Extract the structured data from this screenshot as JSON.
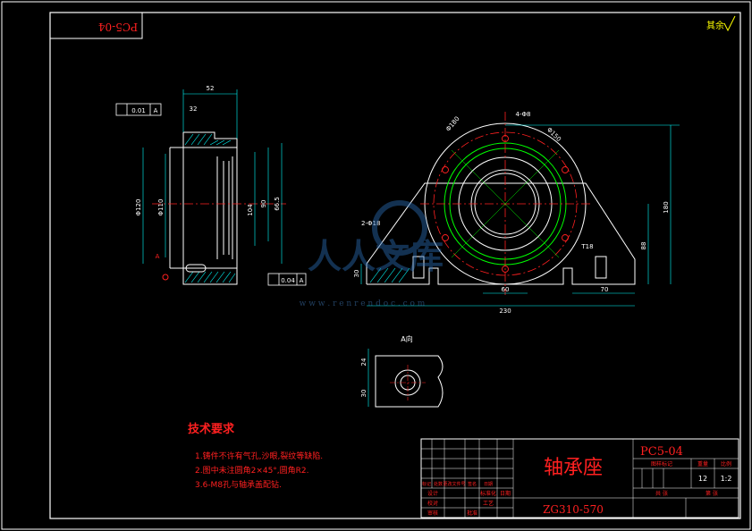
{
  "drawing_code_mirrored": "PC5-04",
  "corner_mark": "其余",
  "dims_side": {
    "top_width": "52",
    "gap": "32",
    "tol_frame": "0.01",
    "tol_ref": "A",
    "dia_outer": "Φ120",
    "dia_bore": "Φ110",
    "d1": "104",
    "d2": "90",
    "d3": "66.5",
    "datum": "A",
    "bottom_tol": "0.04",
    "bottom_ref": "A"
  },
  "dims_front": {
    "bolt_circle": "Φ180",
    "small_hole": "4-Φ8",
    "pcd": "Φ150",
    "holes2": "2-Φ18",
    "height_total": "180",
    "center_h": "88",
    "base_h": "30",
    "spacing": "60",
    "width_total": "230",
    "right_w": "70",
    "t_mark": "T18"
  },
  "view_a_label": "A向",
  "view_a_dims": {
    "h1": "24",
    "h2": "30"
  },
  "watermark": {
    "brand": "人人文库",
    "url": "w w w . r e n r e n d o c . c o m"
  },
  "tech_req": {
    "title": "技术要求",
    "items": [
      "1.铸件不许有气孔,沙眼,裂纹等缺陷.",
      "2.图中未注圆角2×45°,圆角R2.",
      "3.6-M8孔与轴承盖配钻."
    ]
  },
  "title_block": {
    "part_name": "轴承座",
    "drawing_no": "PC5-04",
    "material": "ZG310-570",
    "head_cells": [
      "标记",
      "处数",
      "更改文件号",
      "签名",
      "日期"
    ],
    "role_labels": [
      "设计",
      "校对",
      "审核",
      "批准"
    ],
    "col2_labels": [
      "标准化",
      "工艺",
      "日期"
    ],
    "stage_label": "图样标记",
    "weight_label": "重量",
    "scale_label": "比例",
    "weight": "12",
    "scale": "1:2",
    "sheet_label": "共 张",
    "sheet2_label": "第 张"
  }
}
